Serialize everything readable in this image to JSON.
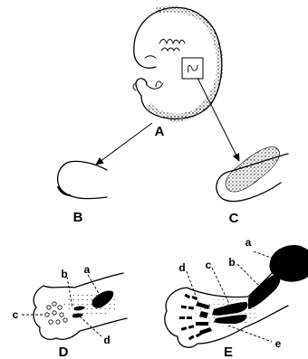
{
  "panels": {
    "A": "A",
    "B": "B",
    "C": "C",
    "D": "D",
    "E": "E"
  },
  "panel_D_parts": {
    "a": "a",
    "b": "b",
    "c": "c",
    "d": "d"
  },
  "panel_E_parts": {
    "a": "a",
    "b": "b",
    "c": "c",
    "d": "d",
    "e": "e"
  },
  "colors": {
    "ink": "#000000",
    "background": "#ffffff"
  }
}
